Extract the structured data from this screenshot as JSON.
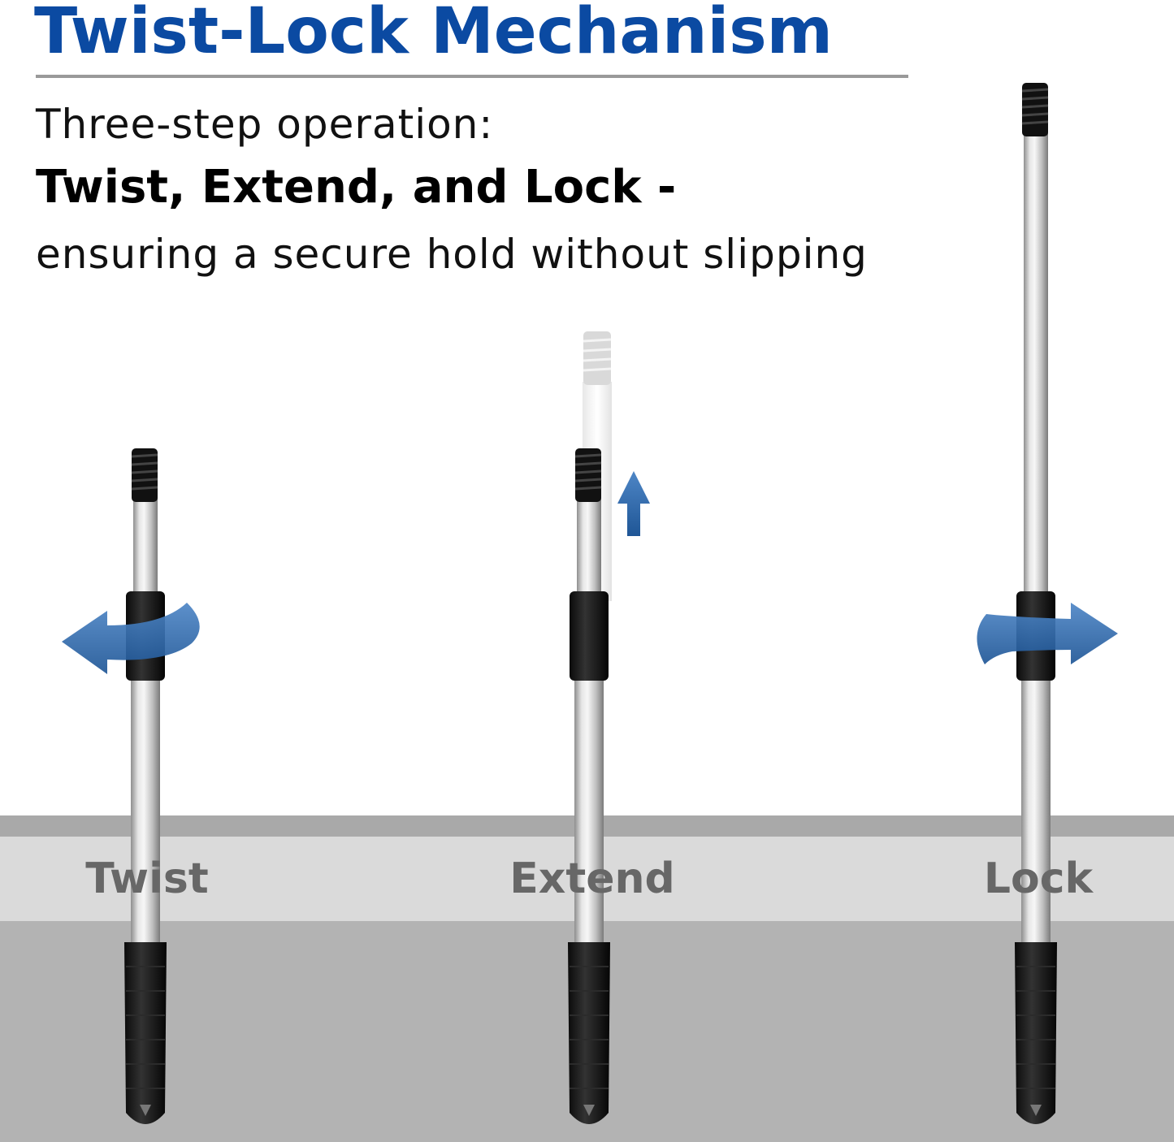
{
  "header": {
    "title": "Twist-Lock Mechanism",
    "line1": "Three-step operation:",
    "line2": "Twist, Extend, and Lock -",
    "line3": "ensuring a secure hold without slipping"
  },
  "steps": [
    {
      "label": "Twist"
    },
    {
      "label": "Extend"
    },
    {
      "label": "Lock"
    }
  ],
  "colors": {
    "title": "#0b4aa2",
    "arrow": "#2f6ab0",
    "floor_band": "#dadada",
    "floor": "#b3b3b3",
    "label": "#676767"
  }
}
